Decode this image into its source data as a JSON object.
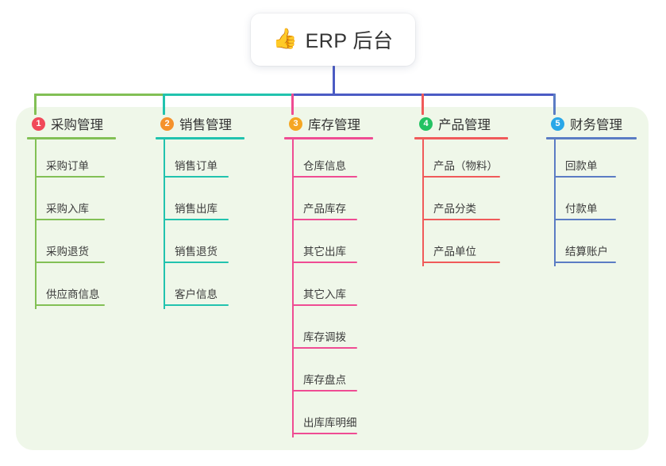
{
  "diagram": {
    "type": "mindmap",
    "title": "ERP 后台",
    "root": {
      "icon": "thumbs-up-icon",
      "icon_glyph": "👍",
      "label": "ERP 后台"
    },
    "panel_color": "#eff7e9",
    "stem_color": "#4b5bc4",
    "bus_segments": [
      {
        "name": "bus-green",
        "color": "#82c055"
      },
      {
        "name": "bus-teal",
        "color": "#21c3ae"
      },
      {
        "name": "bus-blue",
        "color": "#4b5bc4"
      }
    ],
    "branches": [
      {
        "index": "1",
        "label": "采购管理",
        "badge_color": "#f1495a",
        "line_color": "#82c055",
        "drop_color": "#82c055",
        "children": [
          {
            "label": "采购订单"
          },
          {
            "label": "采购入库"
          },
          {
            "label": "采购退货"
          },
          {
            "label": "供应商信息"
          }
        ]
      },
      {
        "index": "2",
        "label": "销售管理",
        "badge_color": "#f5922c",
        "line_color": "#21c3ae",
        "drop_color": "#21c3ae",
        "children": [
          {
            "label": "销售订单"
          },
          {
            "label": "销售出库"
          },
          {
            "label": "销售退货"
          },
          {
            "label": "客户信息"
          }
        ]
      },
      {
        "index": "3",
        "label": "库存管理",
        "badge_color": "#f5a623",
        "line_color": "#ef4c93",
        "drop_color": "#ef4c93",
        "children": [
          {
            "label": "仓库信息"
          },
          {
            "label": "产品库存"
          },
          {
            "label": "其它出库"
          },
          {
            "label": "其它入库"
          },
          {
            "label": "库存调拨"
          },
          {
            "label": "库存盘点"
          },
          {
            "label": "出库库明细"
          }
        ]
      },
      {
        "index": "4",
        "label": "产品管理",
        "badge_color": "#24c263",
        "line_color": "#f05a5a",
        "drop_color": "#f05a5a",
        "children": [
          {
            "label": "产品（物料）"
          },
          {
            "label": "产品分类"
          },
          {
            "label": "产品单位"
          }
        ]
      },
      {
        "index": "5",
        "label": "财务管理",
        "badge_color": "#29a7e8",
        "line_color": "#5b7cc4",
        "drop_color": "#5b7cc4",
        "children": [
          {
            "label": "回款单"
          },
          {
            "label": "付款单"
          },
          {
            "label": "结算账户"
          }
        ]
      }
    ]
  }
}
